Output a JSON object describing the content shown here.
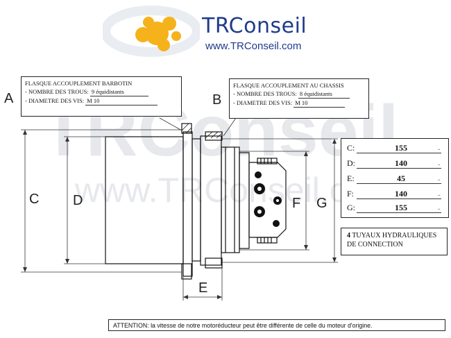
{
  "brand": {
    "name": "TRConseil",
    "url": "www.TRConseil.com"
  },
  "watermark": {
    "big": "TRConseil",
    "url": "www.TRConseil.com"
  },
  "callout_left": {
    "title": "FLASQUE ACCOUPLEMENT BARBOTIN",
    "holes_label": "- NOMBRE DES TROUS:",
    "holes_value": "9 équidistants",
    "screw_label": "- DIAMETRE DES VIS:",
    "screw_value": "M 10"
  },
  "callout_right": {
    "title": "FLASQUE ACCOUPLEMENT AU CHASSIS",
    "holes_label": "- NOMBRE DES TROUS:",
    "holes_value": "8 équidistants",
    "screw_label": "- DIAMETRE DES VIS:",
    "screw_value": "M 10"
  },
  "labels": {
    "A": "A",
    "B": "B",
    "C": "C",
    "D": "D",
    "E": "E",
    "F": "F",
    "G": "G"
  },
  "dimensions": [
    {
      "label": "C:",
      "value": "155"
    },
    {
      "label": "D:",
      "value": "140"
    },
    {
      "label": "E:",
      "value": "45"
    },
    {
      "label": "F:",
      "value": "140"
    },
    {
      "label": "G:",
      "value": "155"
    }
  ],
  "hydraulics": {
    "count": "4",
    "text": "TUYAUX HYDRAULIQUES DE CONNECTION"
  },
  "attention": "ATTENTION: la vitesse de notre motoréducteur peut être différente de celle du moteur d'origine."
}
